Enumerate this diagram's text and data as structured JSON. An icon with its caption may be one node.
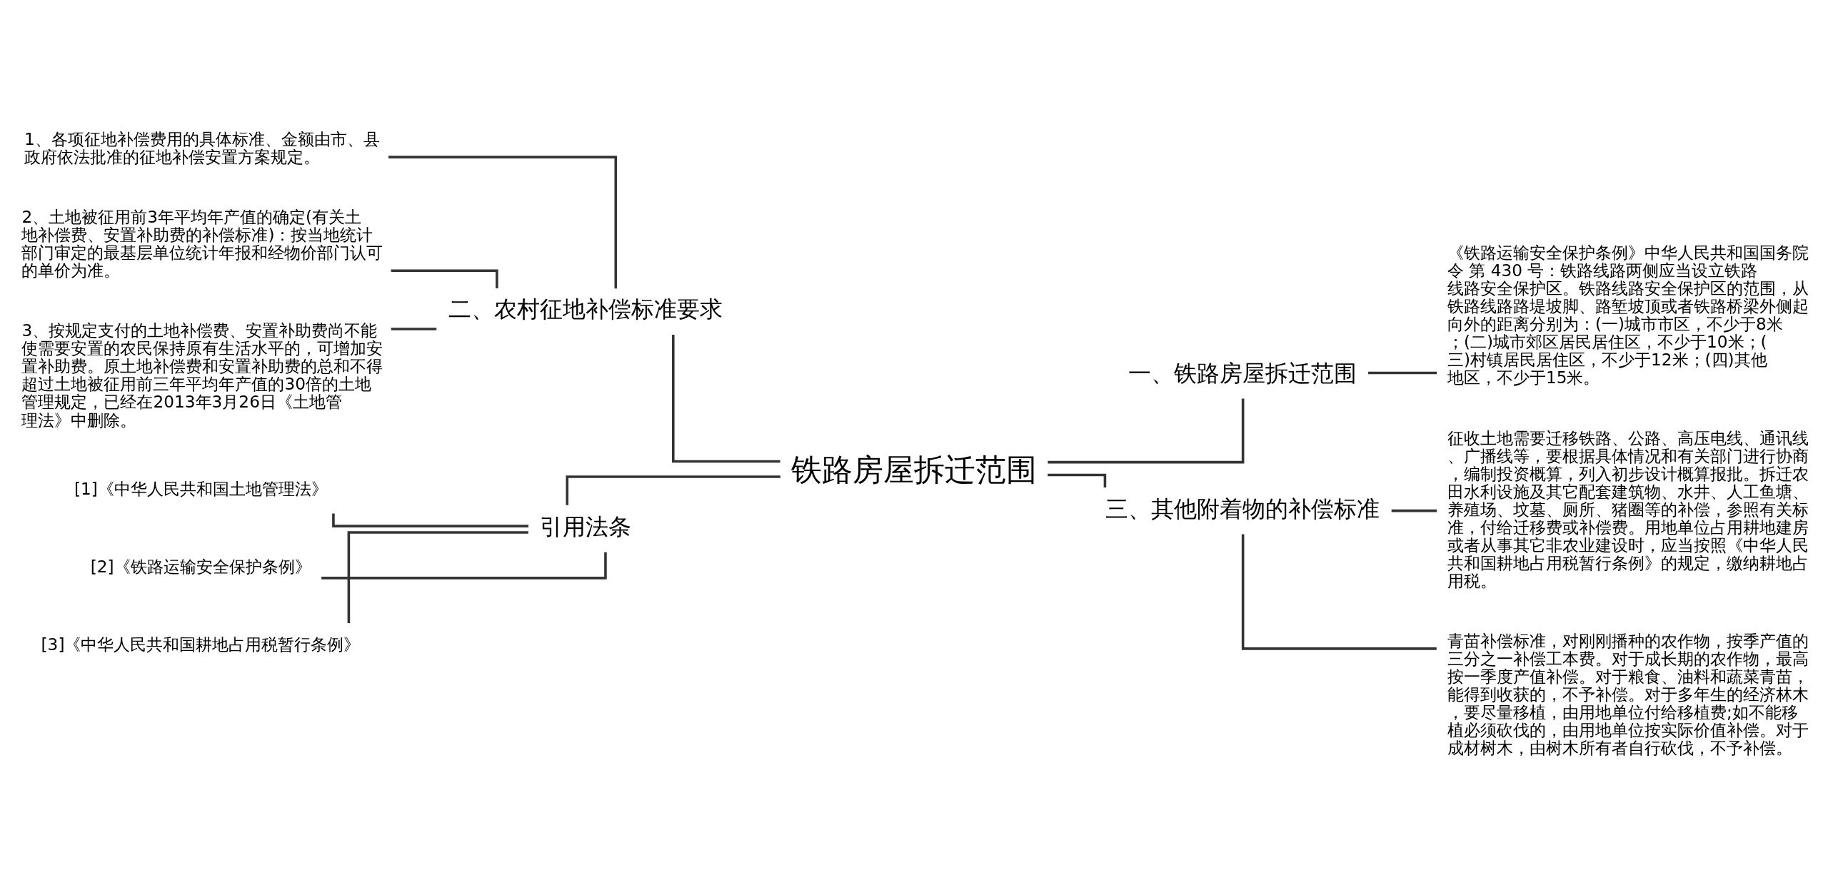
{
  "diagram": {
    "nodes": [
      {
        "text": [
          "铁路房屋拆迁范围"
        ]
      },
      {
        "text": [
          "二、农村征地补偿标准要求"
        ]
      },
      {
        "text": [
          "1、各项征地补偿费用的具体标准、金额由市、县政府依法批准的征地补偿安置方案规定。"
        ]
      },
      {
        "text": [
          "2、土地被征用前3年平均年产值的确定(有关土地补偿费、安置补助费的补偿标准)：按当地统计部门审定的最基层单位统计年报和经物价部门认可的单价为准。"
        ]
      },
      {
        "text": [
          "3、按规定支付的土地补偿费、安置补助费尚不能使需要安置的农民保持原有生活水平的，可增加安置补助费。原土地补偿费和安置补助费的总和不得超过土地被征用前三年平均年产值的30倍的土地管理规定，已经在2013年3月26日《土地管理法》中删除。"
        ]
      },
      {
        "text": [
          "引用法条"
        ]
      },
      {
        "text": [
          "[1]《中华人民共和国土地管理法》"
        ]
      },
      {
        "text": [
          "[2]《铁路运输安全保护条例》"
        ]
      },
      {
        "text": [
          "[3]《中华人民共和国耕地占用税暂行条例》"
        ]
      },
      {
        "text": [
          "一、铁路房屋拆迁范围"
        ]
      },
      {
        "text": [
          "《铁路运输安全保护条例》中华人民共和国国务院令 第 430 号：铁路线路两侧应当设立铁路线路安全保护区。铁路线路安全保护区的范围，从铁路线路路堤坡脚、路堑坡顶或者铁路桥梁外侧起向外的距离分别为：(一)城市市区，不少于8米；(二)城市郊区居民居住区，不少于10米；(三)村镇居民居住区，不少于12米；(四)其他地区，不少于15米。"
        ]
      },
      {
        "text": [
          "三、其他附着物的补偿标准"
        ]
      },
      {
        "text": [
          "征收土地需要迁移铁路、公路、高压电线、通讯线、广播线等，要根据具体情况和有关部门进行协商，编制投资概算，列入初步设计概算报批。拆迁农田水利设施及其它配套建筑物、水井、人工鱼塘、养殖场、坟墓、厕所、猪圈等的补偿，参照有关标准，付给迁移费或补偿费。用地单位占用耕地建房或者从事其它非农业建设时，应当按照《中华人民共和国耕地占用税暂行条例》的规定，缴纳耕地占用税。"
        ]
      },
      {
        "text": [
          "青苗补偿标准，对刚刚播种的农作物，按季产值的三分之一补偿工本费。对于成长期的农作物，最高按一季度产值补偿。对于粮食、油料和蔬菜青苗，能得到收获的，不予补偿。对于多年生的经济林木，要尽量移植，由用地单位付给移植费;如不能移植必须砍伐的，由用地单位按实际价值补偿。对于成材树木，由树木所有者自行砍伐，不予补偿。"
        ]
      }
    ],
    "edges": [
      {
        "from": 0,
        "to": 1,
        "arrow": "none"
      },
      {
        "from": 1,
        "to": 2,
        "arrow": "none"
      },
      {
        "from": 1,
        "to": 3,
        "arrow": "none"
      },
      {
        "from": 1,
        "to": 4,
        "arrow": "none"
      },
      {
        "from": 0,
        "to": 5,
        "arrow": "none"
      },
      {
        "from": 5,
        "to": 6,
        "arrow": "none"
      },
      {
        "from": 5,
        "to": 7,
        "arrow": "none"
      },
      {
        "from": 5,
        "to": 8,
        "arrow": "none"
      },
      {
        "from": 0,
        "to": 9,
        "arrow": "none"
      },
      {
        "from": 9,
        "to": 10,
        "arrow": "none"
      },
      {
        "from": 0,
        "to": 11,
        "arrow": "none"
      },
      {
        "from": 11,
        "to": 12,
        "arrow": "none"
      },
      {
        "from": 11,
        "to": 13,
        "arrow": "none"
      }
    ]
  }
}
